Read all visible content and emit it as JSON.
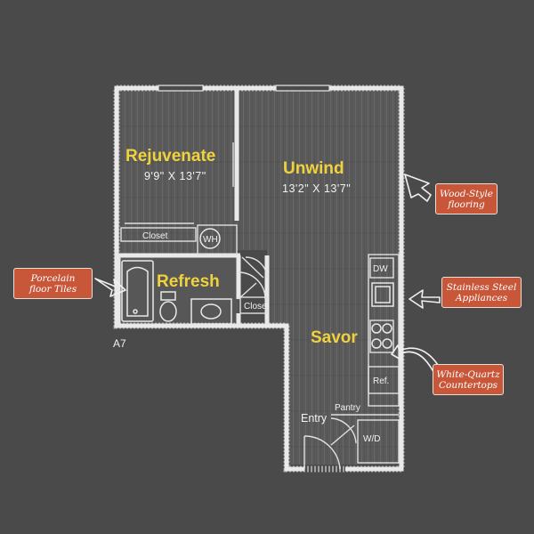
{
  "unit": {
    "name": "A7"
  },
  "rooms": {
    "rejuvenate": {
      "title": "Rejuvenate",
      "dims": "9'9\" X 13'7\""
    },
    "unwind": {
      "title": "Unwind",
      "dims": "13'2\" X 13'7\""
    },
    "refresh": {
      "title": "Refresh"
    },
    "savor": {
      "title": "Savor"
    }
  },
  "labels": {
    "closet_bedroom": "Closet",
    "closet_bath": "Closet",
    "water_heater": "WH",
    "dishwasher": "DW",
    "refrigerator": "Ref.",
    "washer_dryer": "W/D",
    "pantry": "Pantry",
    "entry": "Entry"
  },
  "callouts": {
    "wood_flooring": {
      "line1": "Wood-Style",
      "line2": "flooring"
    },
    "porcelain_tiles": {
      "line1": "Porcelain",
      "line2": "floor Tiles"
    },
    "stainless_appliances": {
      "line1": "Stainless Steel",
      "line2": "Appliances"
    },
    "quartz_countertops": {
      "line1": "White-Quartz",
      "line2": "Countertops"
    }
  },
  "colors": {
    "background": "#4a4a4a",
    "room_title": "#f0d23c",
    "callout_fill": "#c8573a",
    "wall": "#e9e9e9"
  }
}
